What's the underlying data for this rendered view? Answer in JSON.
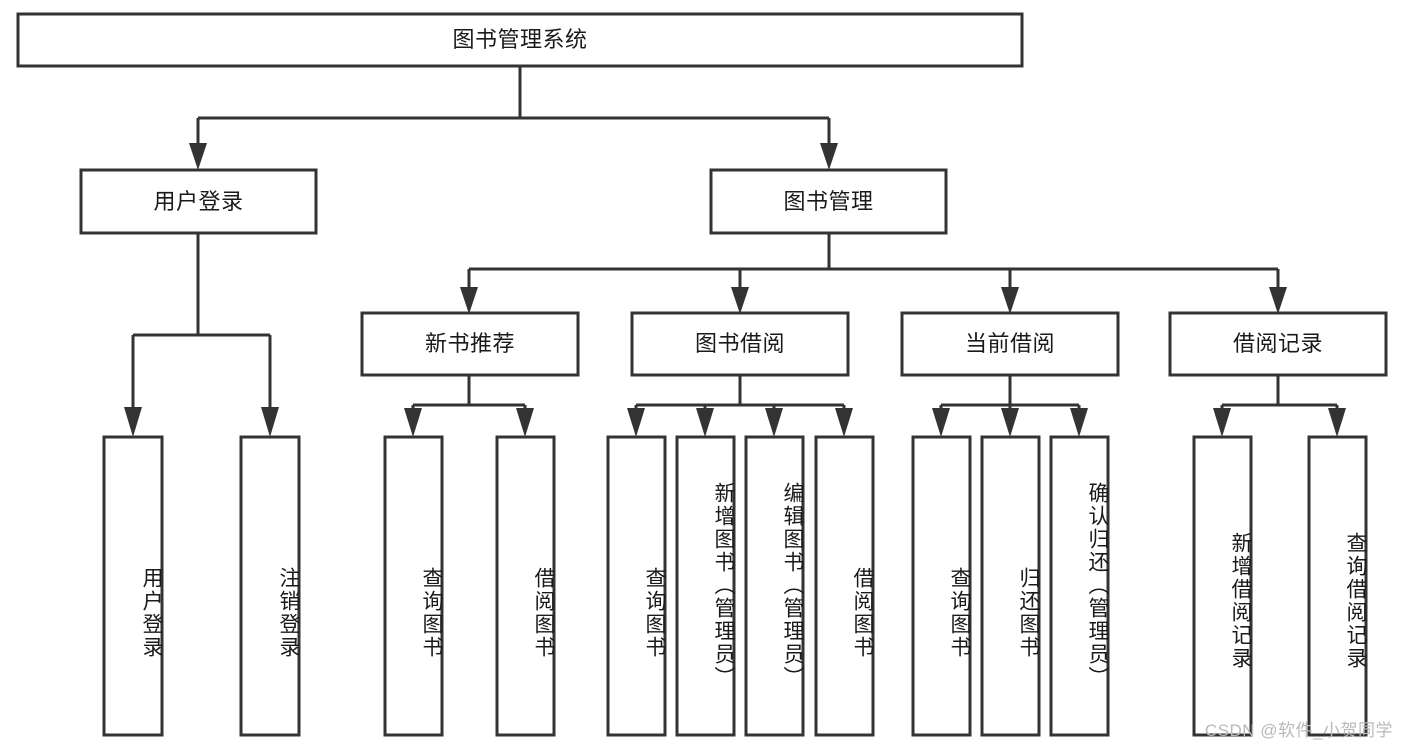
{
  "diagram": {
    "type": "tree",
    "title": "图书管理系统",
    "watermark": "CSDN @软件_小贺同学",
    "colors": {
      "box_stroke": "#333333",
      "box_fill": "#ffffff",
      "text": "#1a1a1a",
      "watermark": "#b9b9b9",
      "background": "#ffffff"
    },
    "nodes": {
      "root": {
        "label": "图书管理系统",
        "orientation": "horizontal"
      },
      "l2": [
        {
          "label": "用户登录",
          "orientation": "horizontal"
        },
        {
          "label": "图书管理",
          "orientation": "horizontal"
        }
      ],
      "l3": [
        {
          "label": "新书推荐",
          "orientation": "horizontal"
        },
        {
          "label": "图书借阅",
          "orientation": "horizontal"
        },
        {
          "label": "当前借阅",
          "orientation": "horizontal"
        },
        {
          "label": "借阅记录",
          "orientation": "horizontal"
        }
      ],
      "leaves_user_login": [
        {
          "label": "用户登录",
          "orientation": "vertical"
        },
        {
          "label": "注销登录",
          "orientation": "vertical"
        }
      ],
      "leaves_new_books": [
        {
          "label": "查询图书",
          "orientation": "vertical"
        },
        {
          "label": "借阅图书",
          "orientation": "vertical"
        }
      ],
      "leaves_book_borrow": [
        {
          "label": "查询图书",
          "orientation": "vertical"
        },
        {
          "label": "新增图书（管理员）",
          "orientation": "vertical"
        },
        {
          "label": "编辑图书（管理员）",
          "orientation": "vertical"
        },
        {
          "label": "借阅图书",
          "orientation": "vertical"
        }
      ],
      "leaves_current_borrow": [
        {
          "label": "查询图书",
          "orientation": "vertical"
        },
        {
          "label": "归还图书",
          "orientation": "vertical"
        },
        {
          "label": "确认归还（管理员）",
          "orientation": "vertical"
        }
      ],
      "leaves_borrow_record": [
        {
          "label": "新增借阅记录",
          "orientation": "vertical"
        },
        {
          "label": "查询借阅记录",
          "orientation": "vertical"
        }
      ]
    }
  }
}
